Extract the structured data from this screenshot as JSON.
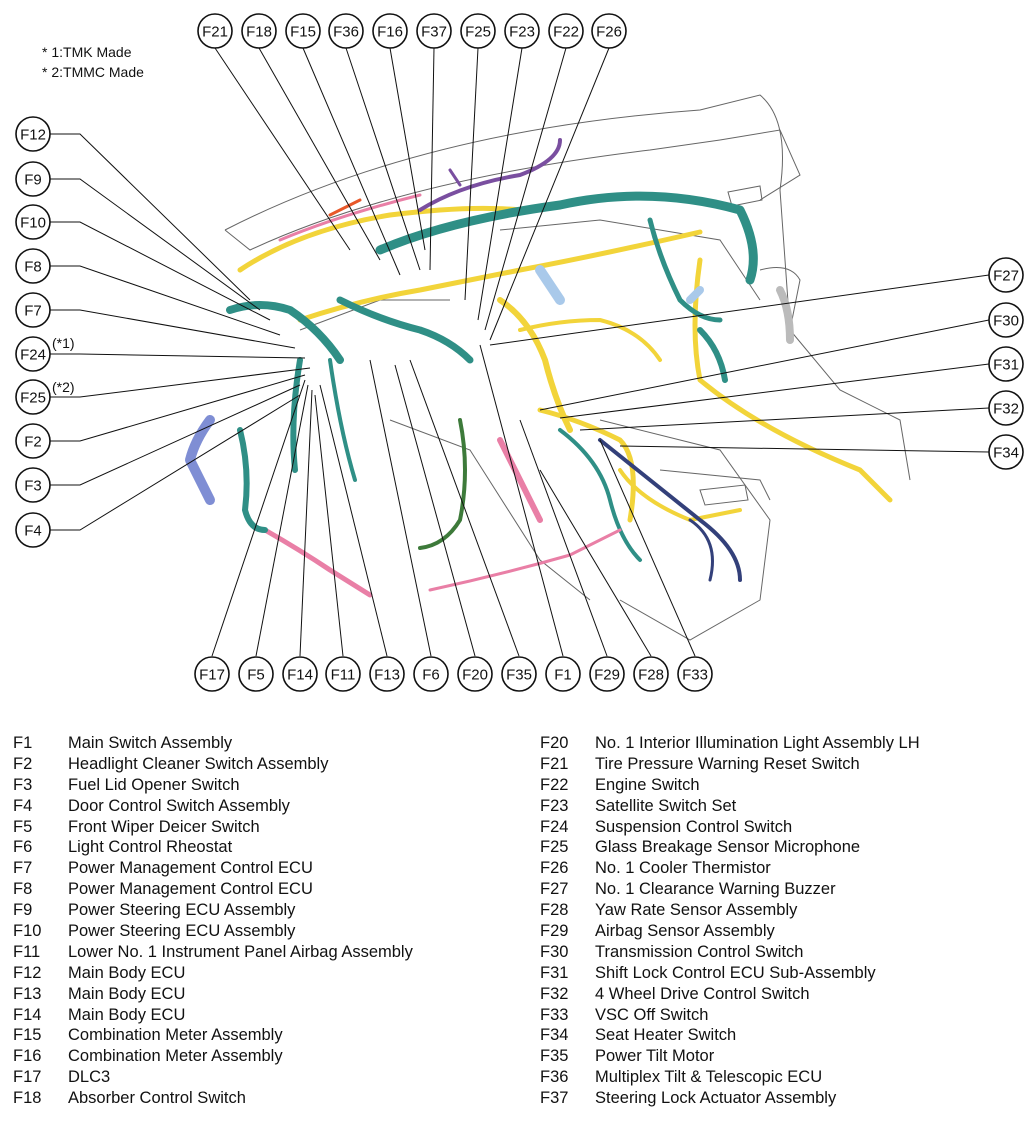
{
  "notes": [
    "* 1:TMK Made",
    "* 2:TMMC Made"
  ],
  "qualifiers": {
    "F24": "(*1)",
    "F25": "(*2)"
  },
  "callouts": {
    "top": [
      "F21",
      "F18",
      "F15",
      "F36",
      "F16",
      "F37",
      "F25",
      "F23",
      "F22",
      "F26"
    ],
    "left": [
      "F12",
      "F9",
      "F10",
      "F8",
      "F7",
      "F24",
      "F25",
      "F2",
      "F3",
      "F4"
    ],
    "right": [
      "F27",
      "F30",
      "F31",
      "F32",
      "F34"
    ],
    "bottom": [
      "F17",
      "F5",
      "F14",
      "F11",
      "F13",
      "F6",
      "F20",
      "F35",
      "F1",
      "F29",
      "F28",
      "F33"
    ]
  },
  "legend_left": [
    {
      "code": "F1",
      "name": "Main Switch Assembly"
    },
    {
      "code": "F2",
      "name": "Headlight Cleaner Switch Assembly"
    },
    {
      "code": "F3",
      "name": "Fuel Lid Opener Switch"
    },
    {
      "code": "F4",
      "name": "Door Control Switch Assembly"
    },
    {
      "code": "F5",
      "name": "Front Wiper Deicer Switch"
    },
    {
      "code": "F6",
      "name": "Light Control Rheostat"
    },
    {
      "code": "F7",
      "name": "Power Management Control ECU"
    },
    {
      "code": "F8",
      "name": "Power Management Control ECU"
    },
    {
      "code": "F9",
      "name": "Power Steering ECU Assembly"
    },
    {
      "code": "F10",
      "name": "Power Steering ECU Assembly"
    },
    {
      "code": "F11",
      "name": "Lower No. 1 Instrument Panel Airbag Assembly"
    },
    {
      "code": "F12",
      "name": "Main Body ECU"
    },
    {
      "code": "F13",
      "name": "Main Body ECU"
    },
    {
      "code": "F14",
      "name": "Main Body ECU"
    },
    {
      "code": "F15",
      "name": "Combination Meter Assembly"
    },
    {
      "code": "F16",
      "name": "Combination Meter Assembly"
    },
    {
      "code": "F17",
      "name": "DLC3"
    },
    {
      "code": "F18",
      "name": "Absorber Control Switch"
    }
  ],
  "legend_right": [
    {
      "code": "F20",
      "name": "No. 1 Interior Illumination Light Assembly LH"
    },
    {
      "code": "F21",
      "name": "Tire Pressure Warning Reset Switch"
    },
    {
      "code": "F22",
      "name": "Engine Switch"
    },
    {
      "code": "F23",
      "name": "Satellite Switch Set"
    },
    {
      "code": "F24",
      "name": "Suspension Control Switch"
    },
    {
      "code": "F25",
      "name": "Glass Breakage Sensor Microphone"
    },
    {
      "code": "F26",
      "name": "No. 1 Cooler Thermistor"
    },
    {
      "code": "F27",
      "name": "No. 1 Clearance Warning Buzzer"
    },
    {
      "code": "F28",
      "name": "Yaw Rate Sensor Assembly"
    },
    {
      "code": "F29",
      "name": "Airbag Sensor Assembly"
    },
    {
      "code": "F30",
      "name": "Transmission Control Switch"
    },
    {
      "code": "F31",
      "name": "Shift Lock Control ECU Sub-Assembly"
    },
    {
      "code": "F32",
      "name": "4 Wheel Drive Control Switch"
    },
    {
      "code": "F33",
      "name": "VSC Off Switch"
    },
    {
      "code": "F34",
      "name": "Seat Heater Switch"
    },
    {
      "code": "F35",
      "name": "Power Tilt Motor"
    },
    {
      "code": "F36",
      "name": "Multiplex Tilt & Telescopic ECU"
    },
    {
      "code": "F37",
      "name": "Steering Lock Actuator Assembly"
    }
  ],
  "colors": {
    "teal": "#2f8f86",
    "yellow": "#f2d43a",
    "pink": "#e97fa6",
    "purple": "#7a4fa0",
    "navy": "#33407a",
    "green": "#3d7a3a",
    "lightblue": "#a9c9ea",
    "outline": "#555555"
  }
}
